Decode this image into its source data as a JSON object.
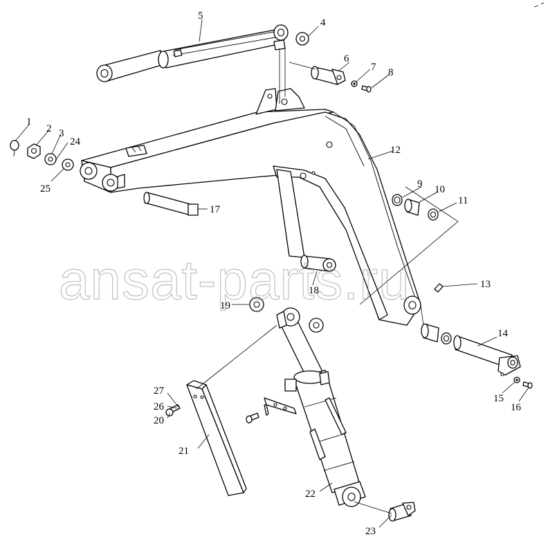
{
  "watermark": "ansat-parts.ru",
  "callouts": {
    "c1": "1",
    "c2": "2",
    "c3": "3",
    "c4": "4",
    "c5": "5",
    "c6": "6",
    "c7": "7",
    "c8": "8",
    "c9": "9",
    "c10": "10",
    "c11": "11",
    "c12": "12",
    "c13": "13",
    "c14": "14",
    "c15": "15",
    "c16": "16",
    "c17": "17",
    "c18": "18",
    "c19": "19",
    "c20": "20",
    "c21": "21",
    "c22": "22",
    "c23": "23",
    "c24": "24",
    "c25": "25",
    "c26": "26",
    "c27": "27"
  }
}
